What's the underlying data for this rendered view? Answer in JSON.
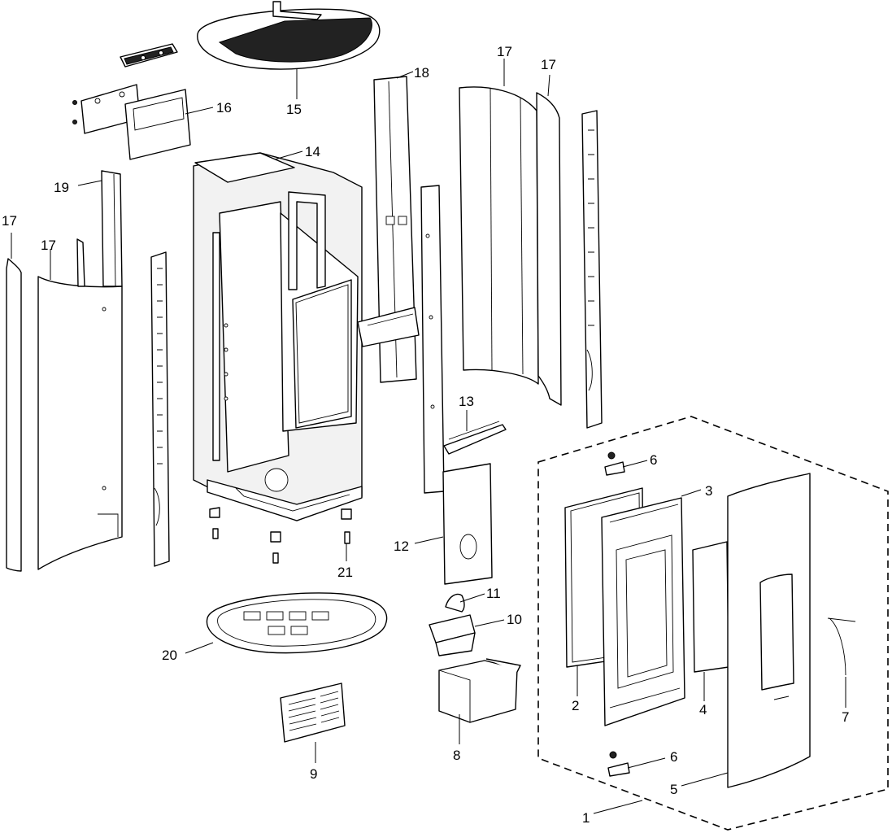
{
  "callouts": [
    {
      "id": "c1",
      "text": "1"
    },
    {
      "id": "c2",
      "text": "2"
    },
    {
      "id": "c3",
      "text": "3"
    },
    {
      "id": "c4",
      "text": "4"
    },
    {
      "id": "c5",
      "text": "5"
    },
    {
      "id": "c6a",
      "text": "6"
    },
    {
      "id": "c6b",
      "text": "6"
    },
    {
      "id": "c7",
      "text": "7"
    },
    {
      "id": "c8",
      "text": "8"
    },
    {
      "id": "c9",
      "text": "9"
    },
    {
      "id": "c10",
      "text": "10"
    },
    {
      "id": "c11",
      "text": "11"
    },
    {
      "id": "c12",
      "text": "12"
    },
    {
      "id": "c13",
      "text": "13"
    },
    {
      "id": "c14",
      "text": "14"
    },
    {
      "id": "c15",
      "text": "15"
    },
    {
      "id": "c16",
      "text": "16"
    },
    {
      "id": "c17a",
      "text": "17"
    },
    {
      "id": "c17b",
      "text": "17"
    },
    {
      "id": "c17c",
      "text": "17"
    },
    {
      "id": "c17d",
      "text": "17"
    },
    {
      "id": "c18",
      "text": "18"
    },
    {
      "id": "c19",
      "text": "19"
    },
    {
      "id": "c20",
      "text": "20"
    },
    {
      "id": "c21",
      "text": "21"
    }
  ]
}
